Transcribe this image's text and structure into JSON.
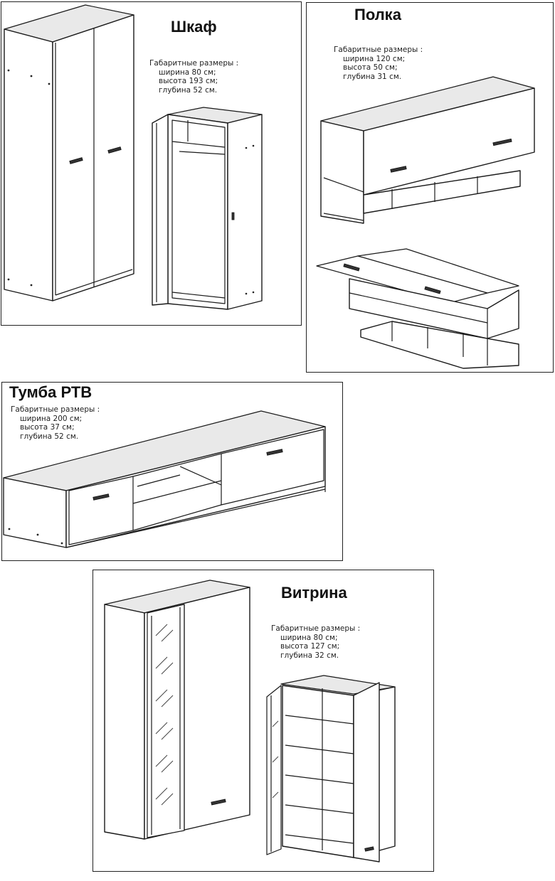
{
  "wardrobe": {
    "title": "Шкаф",
    "dims_heading": "Габаритные  размеры :",
    "dims": [
      "ширина 80 см;",
      "высота 193 см;",
      "глубина 52 см."
    ]
  },
  "shelf": {
    "title": "Полка",
    "dims_heading": "Габаритные  размеры :",
    "dims": [
      "ширина 120 см;",
      "высота  50 см;",
      "глубина 31 см."
    ]
  },
  "tv_stand": {
    "title": "Тумба РТВ",
    "dims_heading": "Габаритные  размеры :",
    "dims": [
      "ширина 200 см;",
      "высота  37 см;",
      "глубина 52 см."
    ]
  },
  "display_case": {
    "title": "Витрина",
    "dims_heading": "Габаритные  размеры :",
    "dims": [
      "ширина 80 см;",
      "высота  127 см;",
      "глубина 32 см."
    ]
  }
}
